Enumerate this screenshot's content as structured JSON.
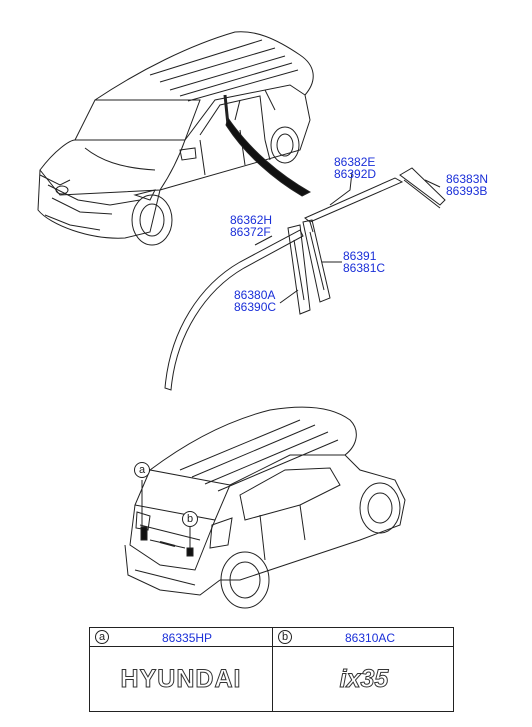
{
  "callouts": {
    "p86382E": "86382E",
    "p86392D": "86392D",
    "p86383N": "86383N",
    "p86393B": "86393B",
    "p86362H": "86362H",
    "p86372F": "86372F",
    "p86391": "86391",
    "p86381C": "86381C",
    "p86380A": "86380A",
    "p86390C": "86390C"
  },
  "markers": {
    "a": "a",
    "b": "b"
  },
  "table": {
    "a": {
      "letter": "a",
      "part": "86335HP",
      "emblem": "HYUNDAI"
    },
    "b": {
      "letter": "b",
      "part": "86310AC",
      "emblem": "ix35"
    }
  },
  "colors": {
    "callout": "#1a2fd8",
    "line": "#222222"
  }
}
